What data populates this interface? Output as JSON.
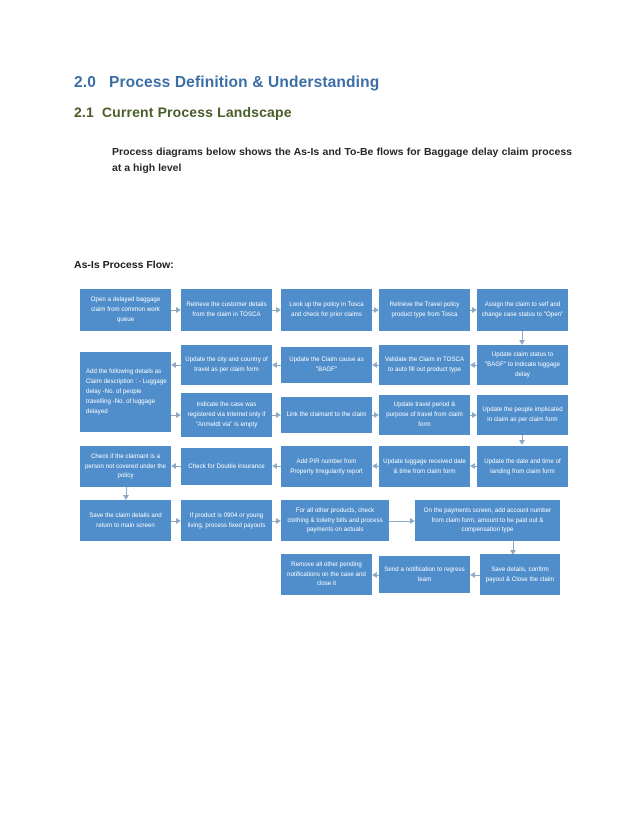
{
  "document": {
    "section_2_0": {
      "number": "2.0",
      "title": "Process Definition & Understanding"
    },
    "section_2_1": {
      "number": "2.1",
      "title": "Current Process Landscape"
    },
    "intro_paragraph": "Process diagrams below shows the As-Is and To-Be flows for Baggage delay claim process at a high level",
    "flow_title": "As-Is Process Flow:"
  },
  "colors": {
    "heading_2_0": "#3a6ea5",
    "heading_2_1": "#4a5c28",
    "node_fill": "#4f8dcb",
    "node_text": "#ffffff",
    "connector": "#8fa9c4",
    "body_text": "#262626"
  },
  "flow": {
    "name": "As-Is Process Flow",
    "nodes": [
      {
        "id": "n1",
        "row": 1,
        "col": 1,
        "text": "Open a delayed baggage claim from common work queue"
      },
      {
        "id": "n2",
        "row": 1,
        "col": 2,
        "text": "Retrieve the customer details from the claim in TOSCA"
      },
      {
        "id": "n3",
        "row": 1,
        "col": 3,
        "text": "Look up the policy in Tosca and check for prior claims"
      },
      {
        "id": "n4",
        "row": 1,
        "col": 4,
        "text": "Retrieve the Travel policy product type from Tosca"
      },
      {
        "id": "n5",
        "row": 1,
        "col": 5,
        "text": "Assign the claim to self and change case status to \"Open\""
      },
      {
        "id": "n6",
        "row": 2,
        "col": 5,
        "text": "Update claim status to \"BAGF\" to indicate luggage delay"
      },
      {
        "id": "n7",
        "row": 2,
        "col": 4,
        "text": "Validate the Claim in TOSCA to auto fill out product type"
      },
      {
        "id": "n8",
        "row": 2,
        "col": 3,
        "text": "Update the Claim cause as \"BAGF\""
      },
      {
        "id": "n9",
        "row": 2,
        "col": 2,
        "text": "Update the city and country of travel as per claim form"
      },
      {
        "id": "n10",
        "row": 2,
        "col": 1,
        "text": "Add the following details as Claim description : - Luggage delay -No. of people travelling -No. of luggage delayed"
      },
      {
        "id": "n11",
        "row": 3,
        "col": 2,
        "text": "Indicate the case was registered via internet only if \"Anmeldt via\" is empty"
      },
      {
        "id": "n12",
        "row": 3,
        "col": 3,
        "text": "Link the claimant to the claim"
      },
      {
        "id": "n13",
        "row": 3,
        "col": 4,
        "text": "Update travel period & purpose of travel from claim form"
      },
      {
        "id": "n14",
        "row": 3,
        "col": 5,
        "text": "Update the people implicated in claim as per claim form"
      },
      {
        "id": "n15",
        "row": 4,
        "col": 5,
        "text": "Update the date and time of landing from claim form"
      },
      {
        "id": "n16",
        "row": 4,
        "col": 4,
        "text": "Update luggage received date & time from claim form"
      },
      {
        "id": "n17",
        "row": 4,
        "col": 3,
        "text": "Add PIR number from Property Irregularity report"
      },
      {
        "id": "n18",
        "row": 4,
        "col": 2,
        "text": "Check for Double insurance"
      },
      {
        "id": "n19",
        "row": 4,
        "col": 1,
        "text": "Check if the claimant is a person not covered under the policy"
      },
      {
        "id": "n20",
        "row": 5,
        "col": 1,
        "text": "Save the claim details and return to main screen"
      },
      {
        "id": "n21",
        "row": 5,
        "col": 2,
        "text": "If product is 0904 or young living,  process fixed payouts"
      },
      {
        "id": "n22",
        "row": 5,
        "col": 3,
        "text": "For all other products, check clothing & toiletry bills and process payments on actuals"
      },
      {
        "id": "n23",
        "row": 5,
        "col": 4,
        "text": "On the payments screen, add account number from claim form, amount to be paid out & compensation type"
      },
      {
        "id": "n24",
        "row": 6,
        "col": 5,
        "text": "Save details, confirm payout & Close the claim"
      },
      {
        "id": "n25",
        "row": 6,
        "col": 4,
        "text": "Send a notification to regress team"
      },
      {
        "id": "n26",
        "row": 6,
        "col": 3,
        "text": "Remove all other pending notifications on the case and close it"
      }
    ]
  }
}
